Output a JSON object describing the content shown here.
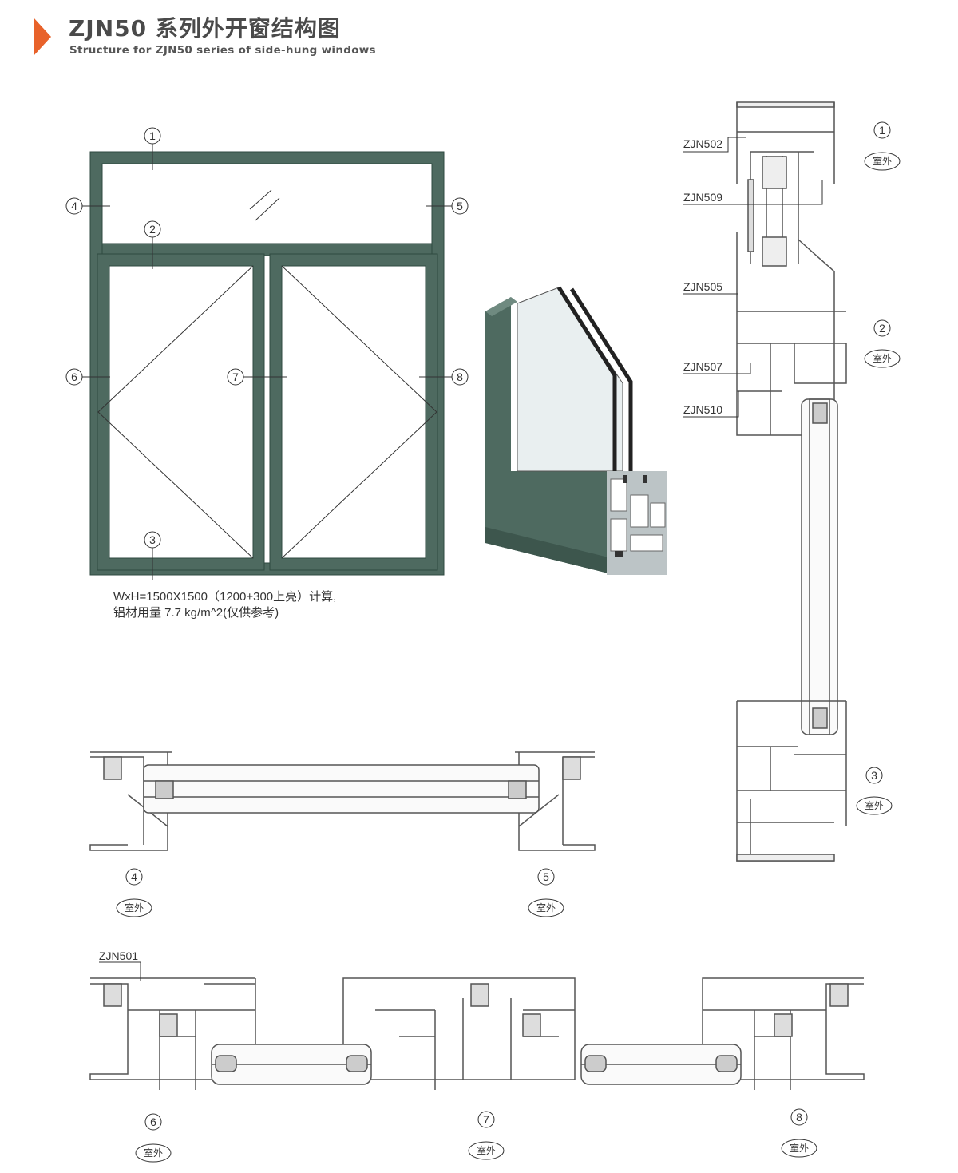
{
  "header": {
    "title": "ZJN50 系列外开窗结构图",
    "subtitle": "Structure for ZJN50 series of side-hung windows",
    "accent_color": "#e8622a"
  },
  "elevation": {
    "frame_color": "#4e6a60",
    "callouts": [
      "1",
      "2",
      "3",
      "4",
      "5",
      "6",
      "7",
      "8"
    ],
    "note_line1": "WxH=1500X1500（1200+300上亮）计算,",
    "note_line2": "铝材用量 7.7 kg/m^2(仅供参考)"
  },
  "vertical_section": {
    "codes": [
      "ZJN502",
      "ZJN509",
      "ZJN505",
      "ZJN507",
      "ZJN510"
    ],
    "markers": [
      {
        "num": "1",
        "label": "室外"
      },
      {
        "num": "2",
        "label": "室外"
      },
      {
        "num": "3",
        "label": "室外"
      }
    ]
  },
  "horizontal_section_top": {
    "markers": [
      {
        "num": "4",
        "label": "室外"
      },
      {
        "num": "5",
        "label": "室外"
      }
    ]
  },
  "horizontal_section_bottom": {
    "code": "ZJN501",
    "markers": [
      {
        "num": "6",
        "label": "室外"
      },
      {
        "num": "7",
        "label": "室外"
      },
      {
        "num": "8",
        "label": "室外"
      }
    ]
  }
}
